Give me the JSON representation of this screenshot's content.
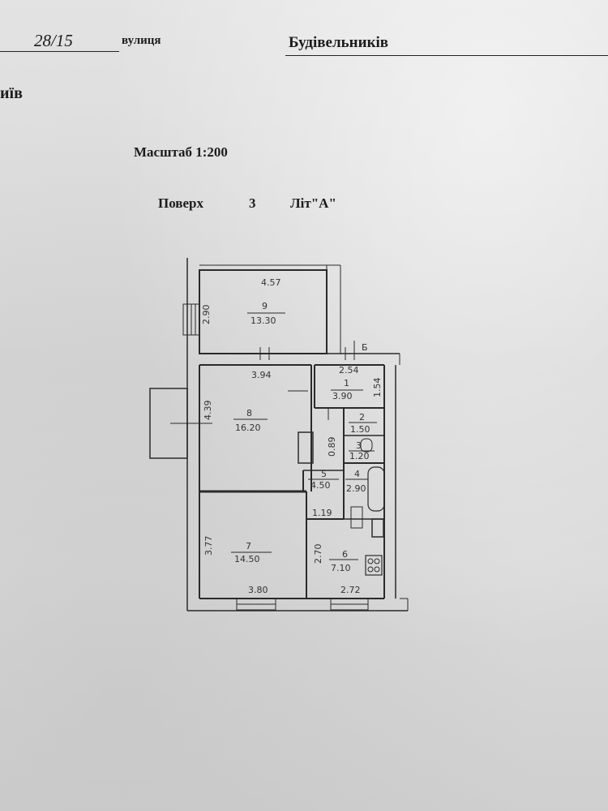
{
  "header": {
    "house_number": "28/15",
    "street_label": "вулиця",
    "street_name": "Будівельників",
    "city_fragment": "иїв"
  },
  "plan_info": {
    "scale": "Масштаб 1:200",
    "floor_label": "Поверх",
    "floor_value": "3",
    "letter": "Літ\"А\""
  },
  "rooms": [
    {
      "id": "room-9",
      "number": "9",
      "area": "13.30"
    },
    {
      "id": "room-8",
      "number": "8",
      "area": "16.20"
    },
    {
      "id": "room-7",
      "number": "7",
      "area": "14.50"
    },
    {
      "id": "room-1",
      "number": "1",
      "area": "3.90"
    },
    {
      "id": "room-2",
      "number": "2",
      "area": "1.50"
    },
    {
      "id": "room-3",
      "number": "3",
      "area": "1.20"
    },
    {
      "id": "room-4",
      "number": "4",
      "area": "2.90"
    },
    {
      "id": "room-5",
      "number": "5",
      "area": "4.50"
    },
    {
      "id": "room-6",
      "number": "6",
      "area": "7.10"
    }
  ],
  "dimensions": {
    "d457": "4.57",
    "d290": "2.90",
    "d394": "3.94",
    "d254": "2.54",
    "d154": "1.54",
    "d439": "4.39",
    "d089": "0.89",
    "d119": "1.19",
    "d377": "3.77",
    "d270": "2.70",
    "d380": "3.80",
    "d272": "2.72",
    "mark_b": "Б"
  }
}
